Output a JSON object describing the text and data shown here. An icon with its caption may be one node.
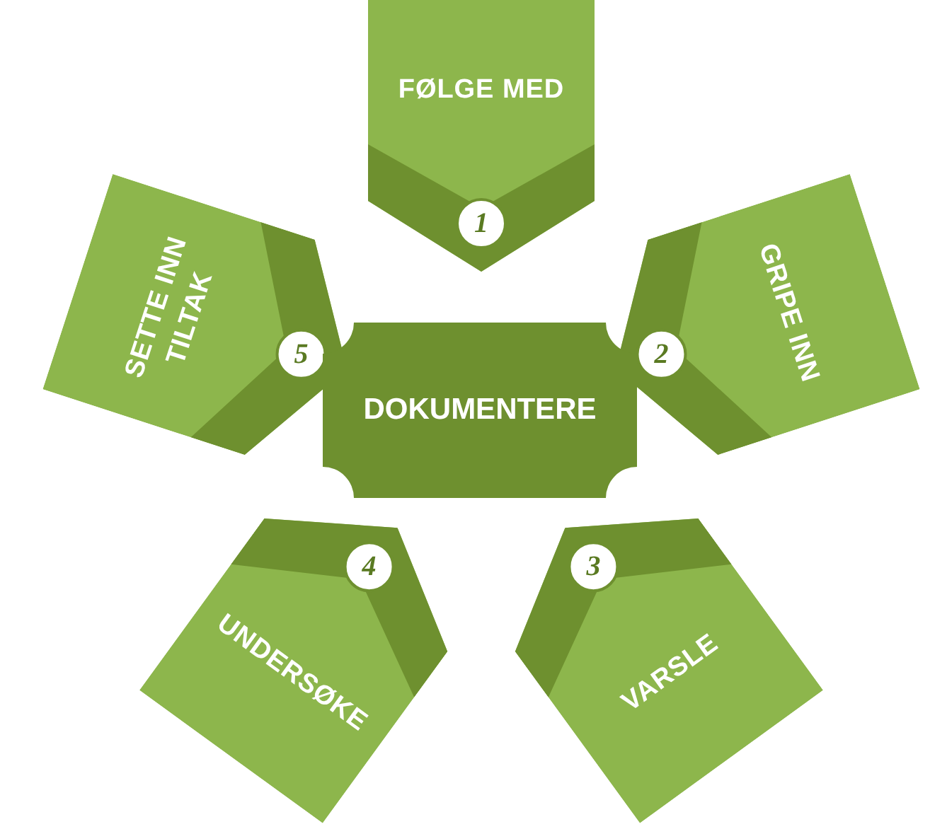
{
  "diagram": {
    "nodes": [
      {
        "text": [
          "FØLGE MED",
          "1"
        ]
      },
      {
        "text": [
          "GRIPE INN",
          "2"
        ]
      },
      {
        "text": [
          "VARSLE",
          "3"
        ]
      },
      {
        "text": [
          "UNDERSØKE",
          "4"
        ]
      },
      {
        "text": [
          "SETTE INN TILTAK",
          "5"
        ]
      },
      {
        "text": [
          "DOKUMENTERE"
        ]
      }
    ]
  }
}
